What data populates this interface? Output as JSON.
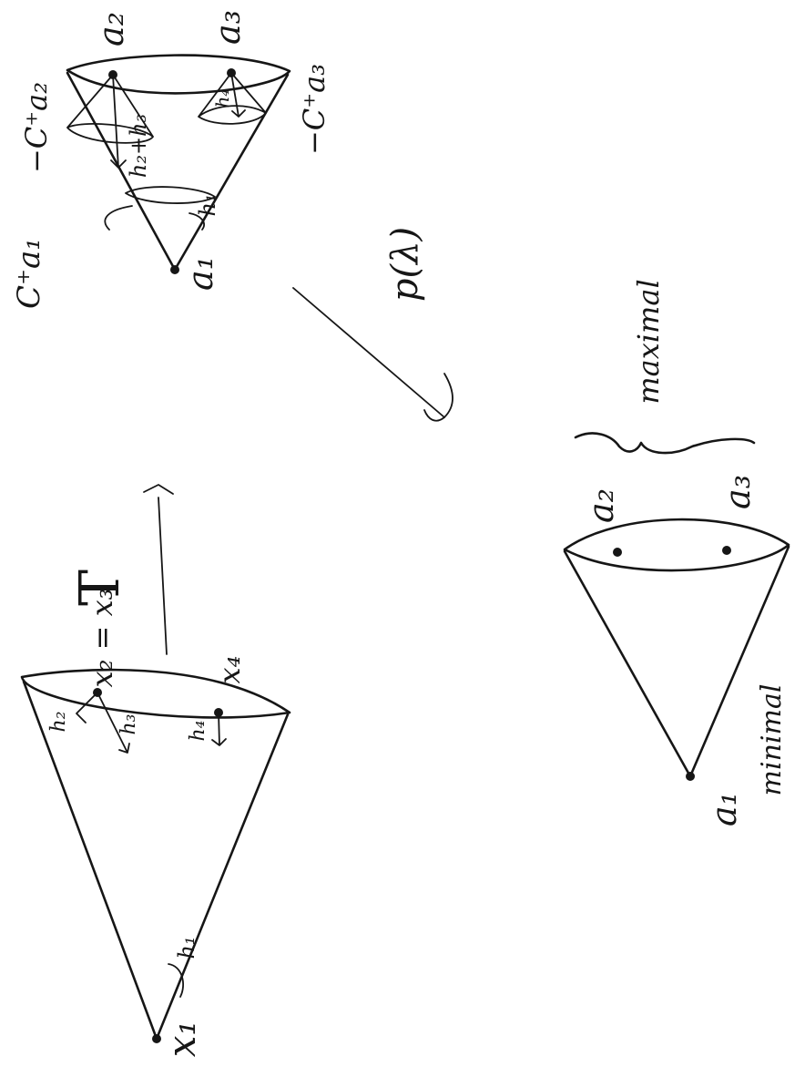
{
  "labels": {
    "x1": "x₁",
    "x2_eq_x3": "x₂ = x₃",
    "x4": "x₄",
    "h1_bottom": "h₁",
    "h2_left": "h₂",
    "h3_left": "h₃",
    "h4_left": "h₄",
    "T": "T",
    "a1_top": "a₁",
    "a2_top": "a₂",
    "a3_top": "a₃",
    "C_a1": "C⁺a₁",
    "neg_C_a2": "−C⁺a₂",
    "neg_C_a3": "−C⁺a₃",
    "h1_top": "h₁",
    "h2_plus_h3": "h₂+h₃",
    "h4_top": "h₄",
    "p_lambda": "p(λ)",
    "a1_bottom": "a₁",
    "minimal": "minimal",
    "a2_bottom": "a₂",
    "a3_bottom": "a₃",
    "maximal": "maximal"
  }
}
